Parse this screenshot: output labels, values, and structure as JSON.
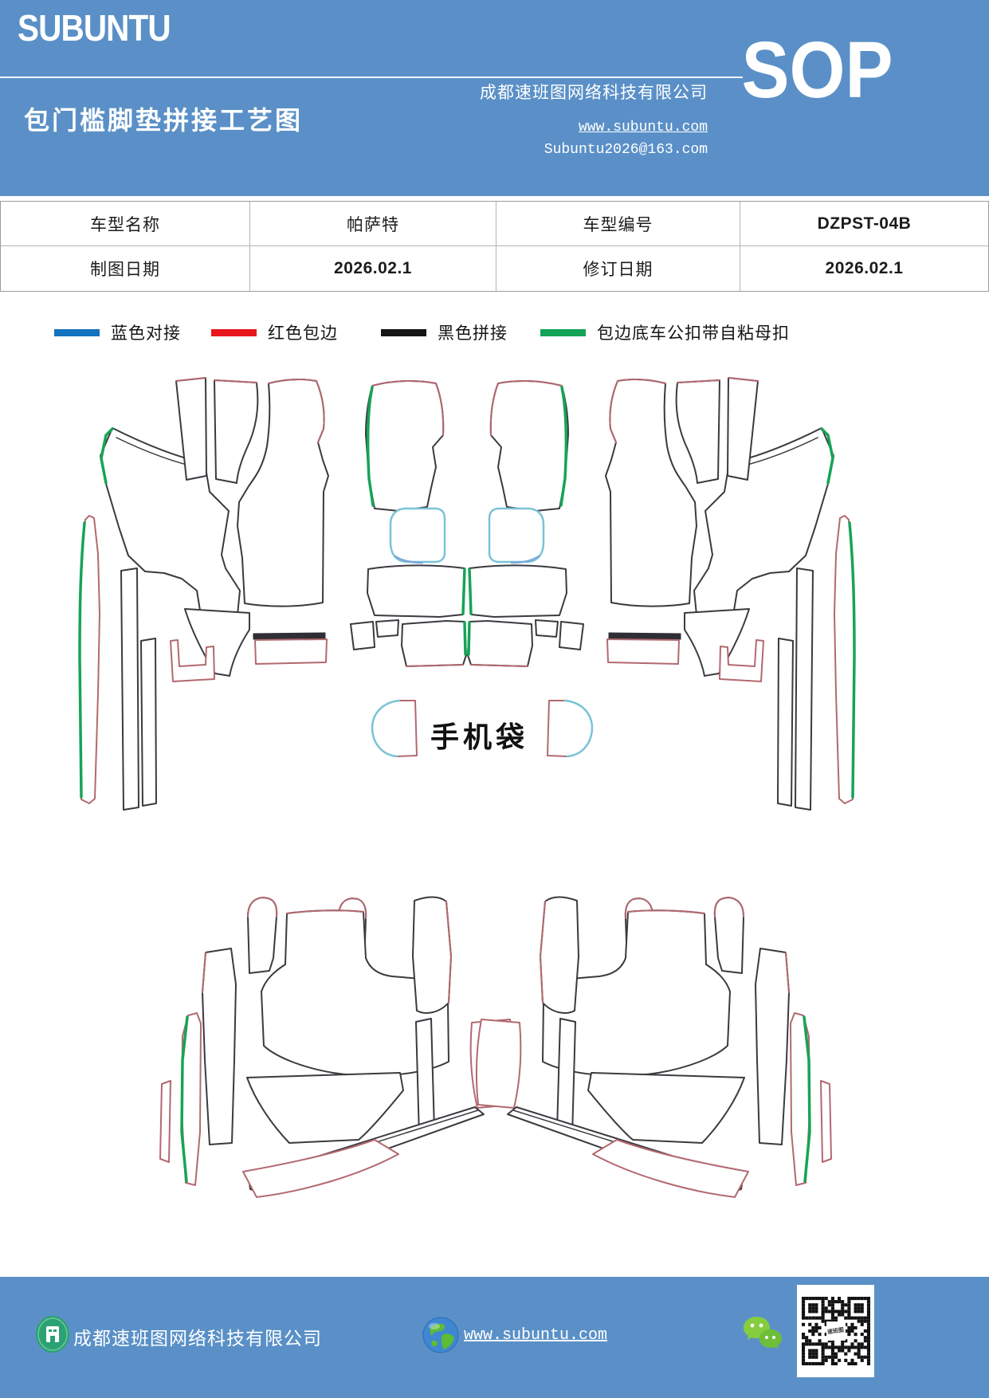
{
  "header": {
    "logo": "SUBUNTU",
    "title": "包门槛脚垫拼接工艺图",
    "company": "成都速班图网络科技有限公司",
    "website": "www.subuntu.com",
    "email": "Subuntu2026@163.com",
    "sop_badge": "SOP",
    "bg_color": "#5a90c7"
  },
  "info_table": {
    "rows": [
      {
        "label1": "车型名称",
        "value1": "帕萨特",
        "label2": "车型编号",
        "value2": "DZPST-04B"
      },
      {
        "label1": "制图日期",
        "value1": "2026.02.1",
        "label2": "修订日期",
        "value2": "2026.02.1"
      }
    ]
  },
  "legend": {
    "items": [
      {
        "label": "蓝色对接",
        "color": "#1472bf"
      },
      {
        "label": "红色包边",
        "color": "#e8171d"
      },
      {
        "label": "黑色拼接",
        "color": "#141414"
      },
      {
        "label": "包边底车公扣带自粘母扣",
        "color": "#12a356"
      }
    ]
  },
  "diagram": {
    "phone_bag_label": "手机袋",
    "colors": {
      "outline": "#3a3a40",
      "edge_red": "#b2696f",
      "edge_green": "#17a357",
      "edge_cyan": "#79c3d6",
      "butt_blue": "#7ba9dc"
    }
  },
  "footer": {
    "company": "成都速班图网络科技有限公司",
    "website": "www.subuntu.com"
  }
}
